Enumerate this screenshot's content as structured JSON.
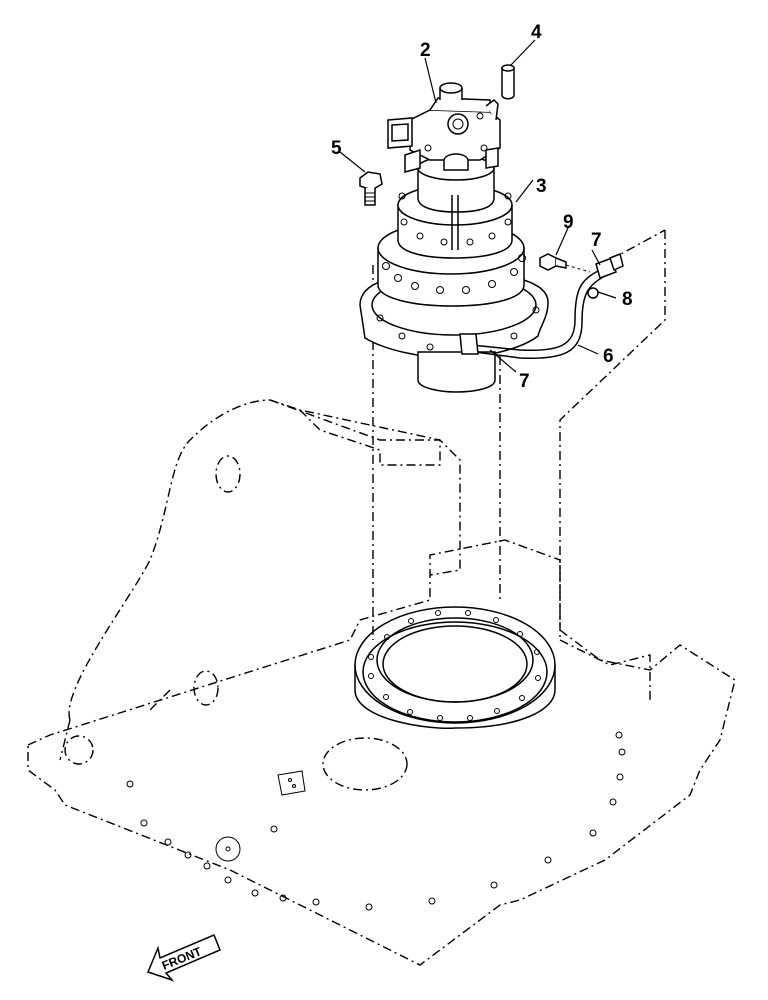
{
  "callouts": [
    {
      "id": "c2",
      "text": "2"
    },
    {
      "id": "c3",
      "text": "3"
    },
    {
      "id": "c4",
      "text": "4"
    },
    {
      "id": "c5",
      "text": "5"
    },
    {
      "id": "c6",
      "text": "6"
    },
    {
      "id": "c7a",
      "text": "7"
    },
    {
      "id": "c7b",
      "text": "7"
    },
    {
      "id": "c8",
      "text": "8"
    },
    {
      "id": "c9",
      "text": "9"
    }
  ],
  "front_arrow": {
    "label": "FRONT"
  }
}
